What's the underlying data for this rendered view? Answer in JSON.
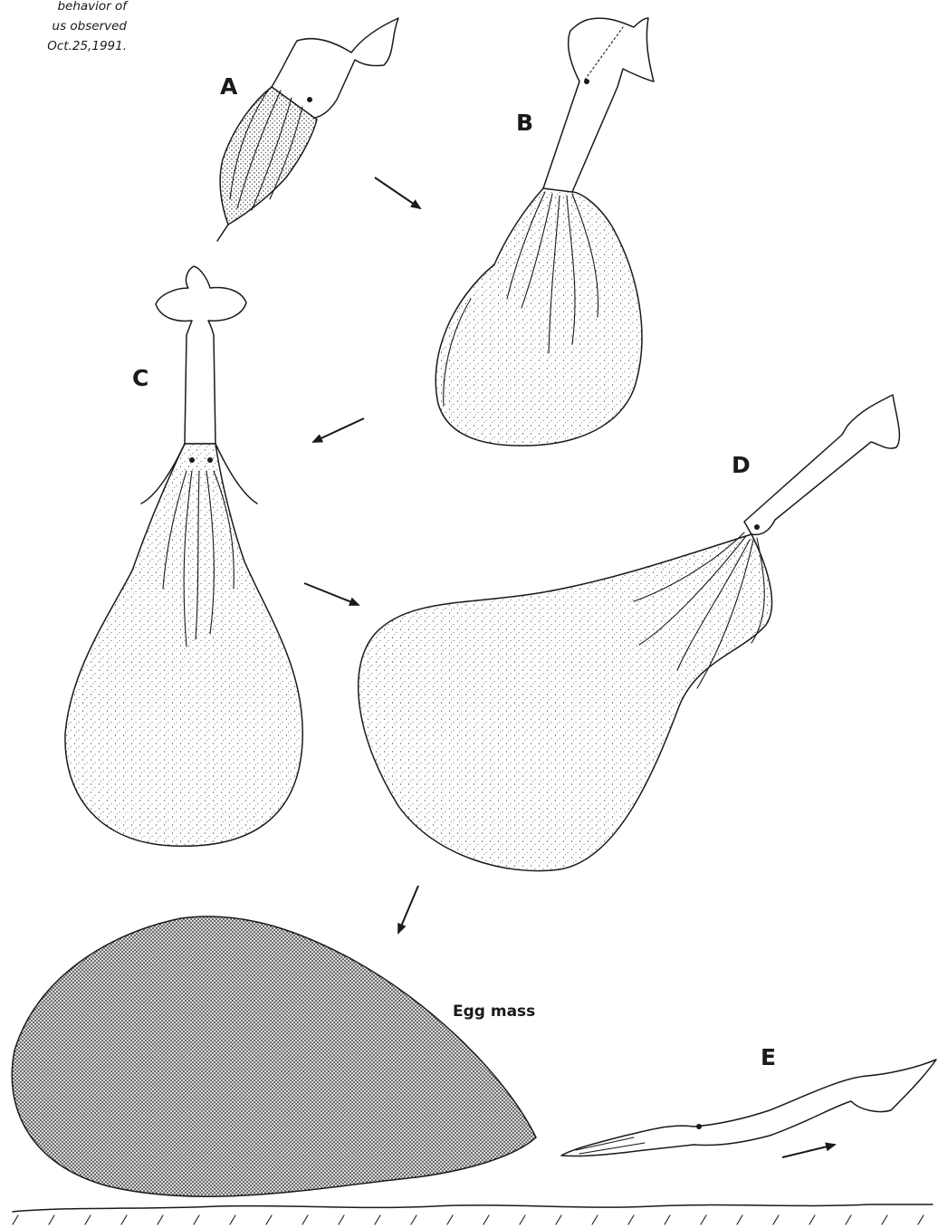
{
  "caption": {
    "lines": [
      "behavior of",
      "us observed",
      "Oct.25,1991."
    ]
  },
  "panels": {
    "A": "A",
    "B": "B",
    "C": "C",
    "D": "D",
    "E": "E"
  },
  "egg_mass_label": "Egg mass"
}
